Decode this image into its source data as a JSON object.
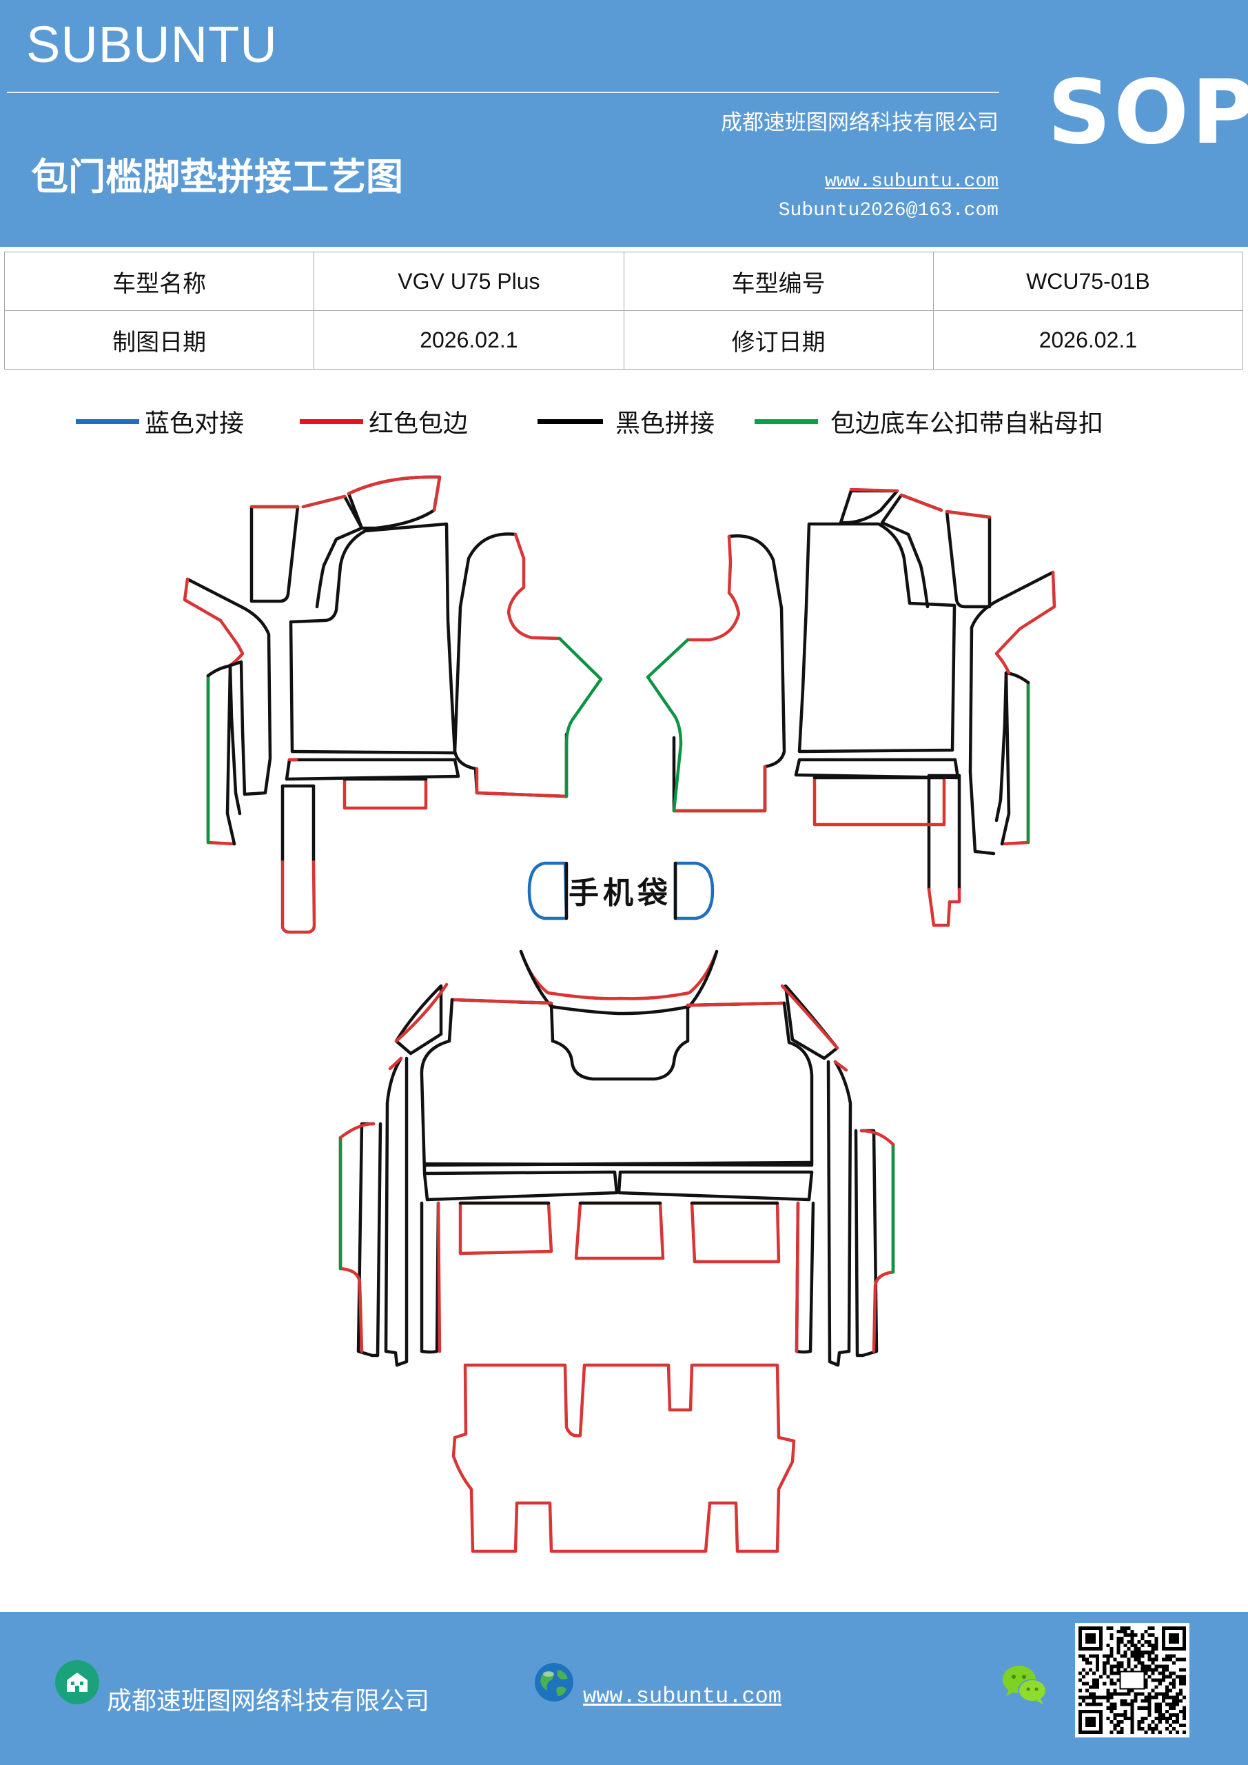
{
  "header": {
    "brand": "SUBUNTU",
    "title": "包门槛脚垫拼接工艺图",
    "company": "成都速班图网络科技有限公司",
    "website": "www.subuntu.com",
    "email": "Subuntu2026@163.com",
    "badge": "SOP"
  },
  "info_table": {
    "rows": [
      [
        "车型名称",
        "VGV  U75  Plus",
        "车型编号",
        "WCU75-01B"
      ],
      [
        "制图日期",
        "2026.02.1",
        "修订日期",
        "2026.02.1"
      ]
    ]
  },
  "legend": {
    "items": [
      {
        "label": "蓝色对接",
        "color": "#1f6fbf"
      },
      {
        "label": "红色包边",
        "color": "#e8141b"
      },
      {
        "label": "黑色拼接",
        "color": "#000000"
      },
      {
        "label": "包边底车公扣带自粘母扣",
        "color": "#0aa04a"
      }
    ]
  },
  "diagram": {
    "phone_pocket_label": "手机袋",
    "colors": {
      "blue": "#1f6fbf",
      "red": "#d93535",
      "black": "#111111",
      "green": "#0b9444"
    }
  },
  "footer": {
    "company": "成都速班图网络科技有限公司",
    "website": "www.subuntu.com ",
    "icons": [
      "building-icon",
      "globe-icon",
      "wechat-icon",
      "qr-code"
    ]
  }
}
